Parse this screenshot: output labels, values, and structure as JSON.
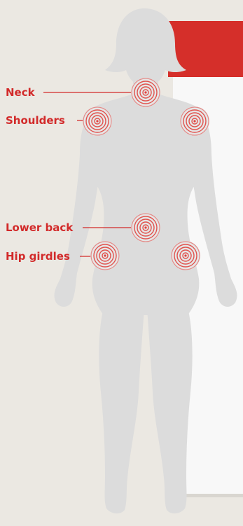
{
  "labels": {
    "neck": "Neck",
    "shoulders": "Shoulders",
    "lower_back": "Lower back",
    "hip_girdles": "Hip girdles"
  },
  "colors": {
    "background": "#ebe8e2",
    "panel": "#f8f8f8",
    "panel_shadow": "#d9d6d0",
    "banner_red": "#d52f2a",
    "body_silhouette": "#dcdcdc",
    "label_red": "#d22a2a",
    "target_red": "#e0413c"
  },
  "markers": [
    {
      "name": "neck-target",
      "region": "neck"
    },
    {
      "name": "left-shoulder-target",
      "region": "shoulders"
    },
    {
      "name": "right-shoulder-target",
      "region": "shoulders"
    },
    {
      "name": "lower-back-target",
      "region": "lower back"
    },
    {
      "name": "left-hip-target",
      "region": "hip girdles"
    },
    {
      "name": "right-hip-target",
      "region": "hip girdles"
    }
  ]
}
